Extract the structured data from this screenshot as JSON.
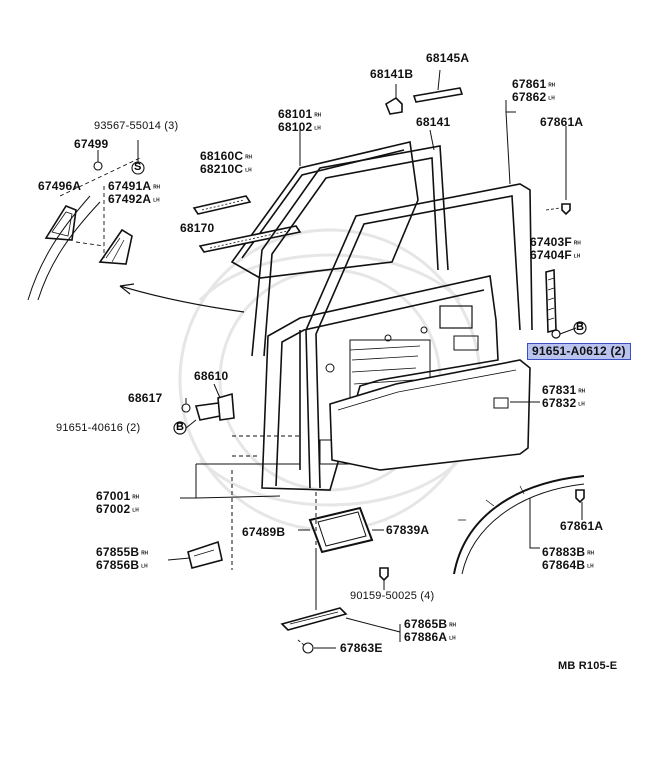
{
  "diagram": {
    "labels": {
      "p68145A": "68145A",
      "p68141B": "68141B",
      "p67861": "67861",
      "p67862": "67862",
      "p93567": "93567-55014 (3)",
      "p68101": "68101",
      "p68102": "68102",
      "p68141": "68141",
      "p67861A_top": "67861A",
      "p67499": "67499",
      "p68160C": "68160C",
      "p68210C": "68210C",
      "p67496A": "67496A",
      "p67491A": "67491A",
      "p67492A": "67492A",
      "p68170": "68170",
      "p67403F": "67403F",
      "p67404F": "67404F",
      "p91651_A0612": "91651-A0612 (2)",
      "p68610": "68610",
      "p68617": "68617",
      "p67831": "67831",
      "p67832": "67832",
      "p91651_40616": "91651-40616 (2)",
      "p67001": "67001",
      "p67002": "67002",
      "p67489B": "67489B",
      "p67839A": "67839A",
      "p67861A_bot": "67861A",
      "p67855B": "67855B",
      "p67856B": "67856B",
      "p67883B": "67883B",
      "p67864B": "67864B",
      "p90159": "90159-50025 (4)",
      "p67865B": "67865B",
      "p67886A": "67886A",
      "p67863E": "67863E",
      "figure_code": "MB R105-E"
    },
    "highlighted_part": "91651-A0612 (2)",
    "highlight_color": "#b9c3ee",
    "highlight_border": "#3b4fc4",
    "line_color": "#111111"
  }
}
